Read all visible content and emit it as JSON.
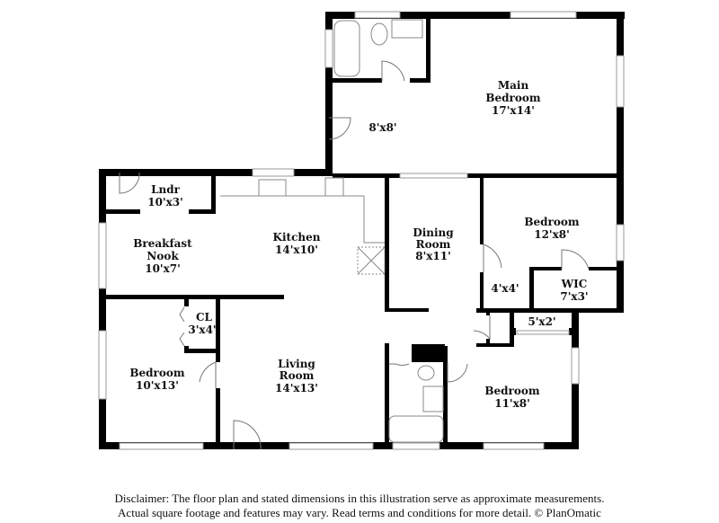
{
  "rooms": {
    "main_bedroom": {
      "name_1": "Main",
      "name_2": "Bedroom",
      "size": "17'x14'"
    },
    "sitting": {
      "size": "8'x8'"
    },
    "laundry": {
      "name": "Lndr",
      "size": "10'x3'"
    },
    "kitchen": {
      "name": "Kitchen",
      "size": "14'x10'"
    },
    "breakfast_nook": {
      "name_1": "Breakfast",
      "name_2": "Nook",
      "size": "10'x7'"
    },
    "dining_room": {
      "name_1": "Dining",
      "name_2": "Room",
      "size": "8'x11'"
    },
    "bedroom_2": {
      "name": "Bedroom",
      "size": "12'x8'"
    },
    "closet_4x4": {
      "size": "4'x4'"
    },
    "wic": {
      "name": "WIC",
      "size": "7'x3'"
    },
    "closet_5x2": {
      "size": "5'x2'"
    },
    "closet_cl": {
      "name": "CL",
      "size": "3'x4'"
    },
    "bedroom_3": {
      "name": "Bedroom",
      "size": "10'x13'"
    },
    "living_room": {
      "name_1": "Living",
      "name_2": "Room",
      "size": "14'x13'"
    },
    "bedroom_4": {
      "name": "Bedroom",
      "size": "11'x8'"
    }
  },
  "disclaimer": {
    "line_1": "Disclaimer: The floor plan and stated dimensions in this illustration serve as approximate measurements.",
    "line_2": "Actual square footage and features may vary. Read terms and conditions for more detail. © PlanOmatic"
  },
  "colors": {
    "wall": "#000000",
    "fixture": "#888888"
  }
}
